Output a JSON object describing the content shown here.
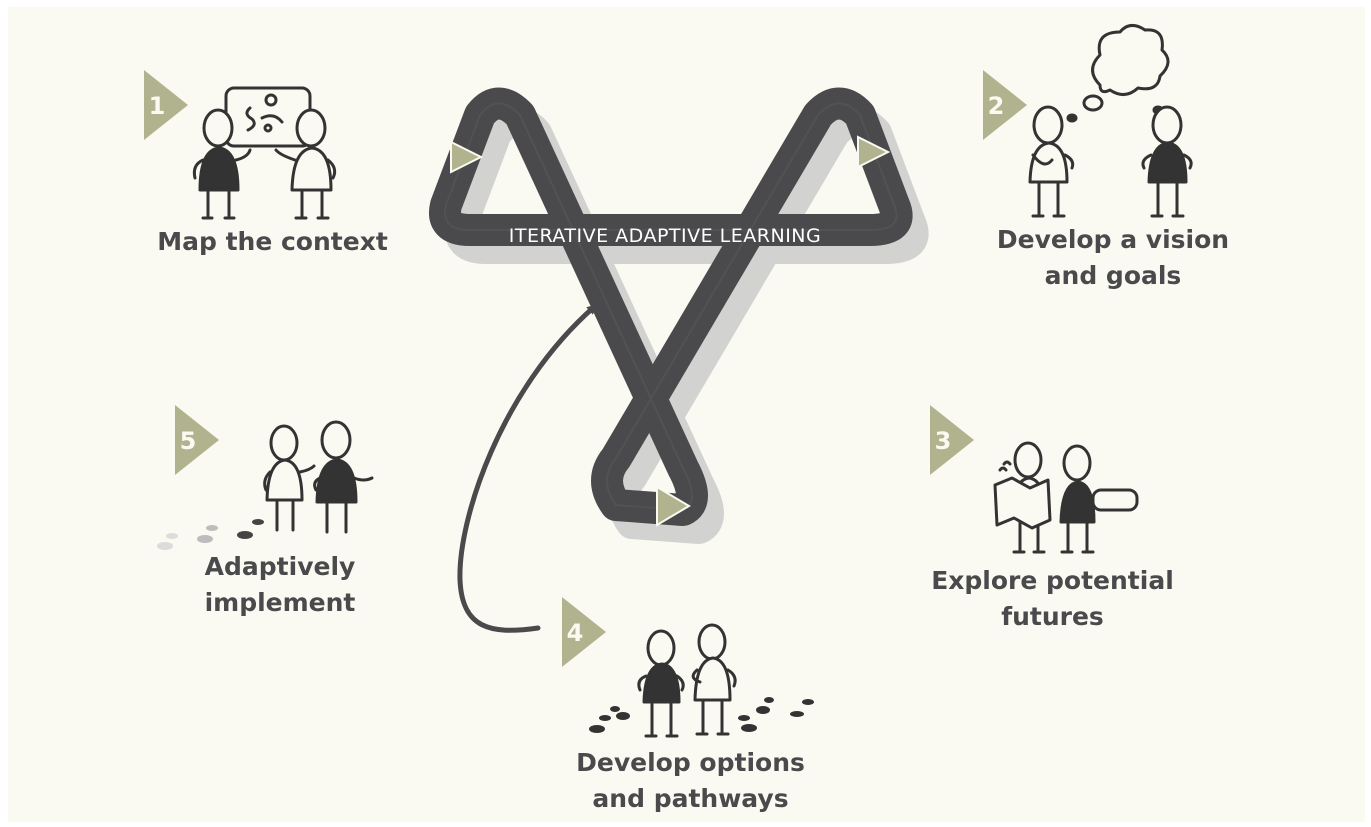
{
  "center": {
    "title": "ITERATIVE ADAPTIVE LEARNING"
  },
  "steps": [
    {
      "number": "1",
      "label_lines": [
        "Map the context"
      ]
    },
    {
      "number": "2",
      "label_lines": [
        "Develop a vision",
        "and goals"
      ]
    },
    {
      "number": "3",
      "label_lines": [
        "Explore potential",
        "futures"
      ]
    },
    {
      "number": "4",
      "label_lines": [
        "Develop options",
        "and pathways"
      ]
    },
    {
      "number": "5",
      "label_lines": [
        "Adaptively",
        "implement"
      ]
    }
  ],
  "colors": {
    "background": "#fafaf2",
    "loop_track": "#4a4a4c",
    "loop_shadow": "#d2d2d0",
    "badge_olive": "#b1b38e",
    "label_text": "#4a4a4c",
    "figure_dark": "#333333"
  }
}
